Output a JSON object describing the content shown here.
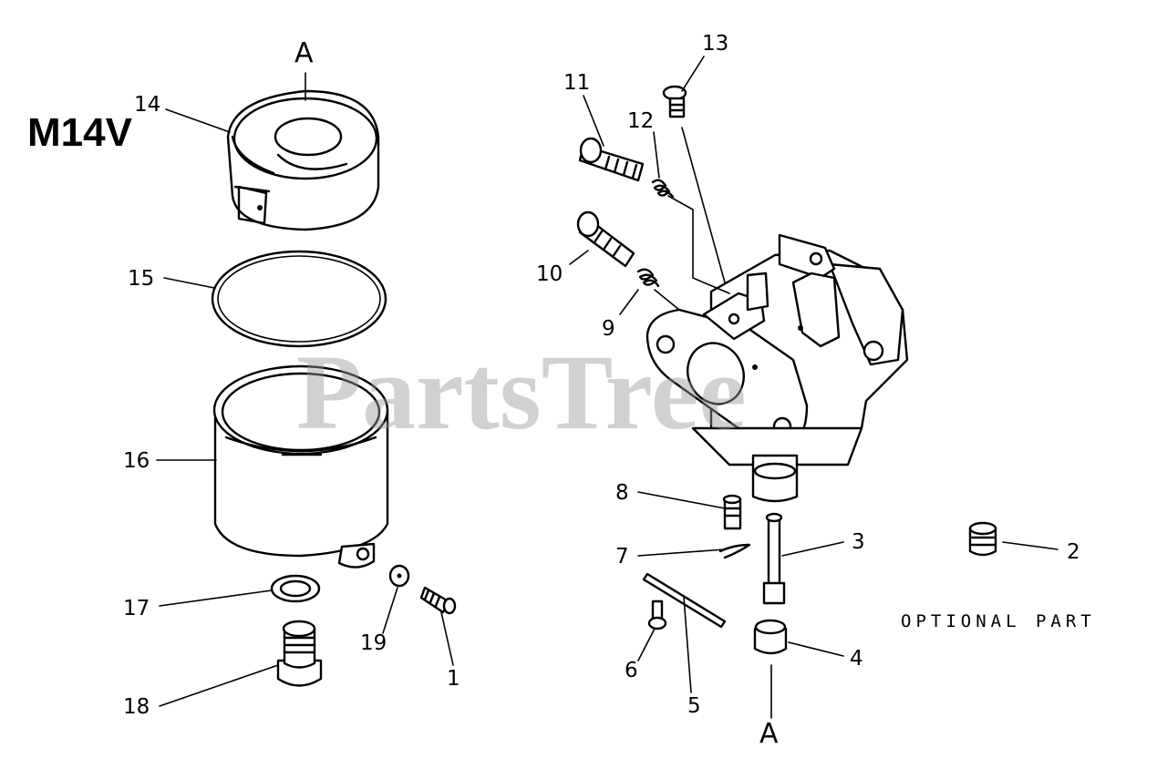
{
  "diagram": {
    "model_label": "M14V",
    "watermark": "PartsTree",
    "optional_note": "OPTIONAL PART",
    "connector_labels": {
      "top": "A",
      "bottom": "A"
    },
    "callouts": {
      "c1": "1",
      "c2": "2",
      "c3": "3",
      "c4": "4",
      "c5": "5",
      "c6": "6",
      "c7": "7",
      "c8": "8",
      "c9": "9",
      "c10": "10",
      "c11": "11",
      "c12": "12",
      "c13": "13",
      "c14": "14",
      "c15": "15",
      "c16": "16",
      "c17": "17",
      "c18": "18",
      "c19": "19"
    }
  }
}
